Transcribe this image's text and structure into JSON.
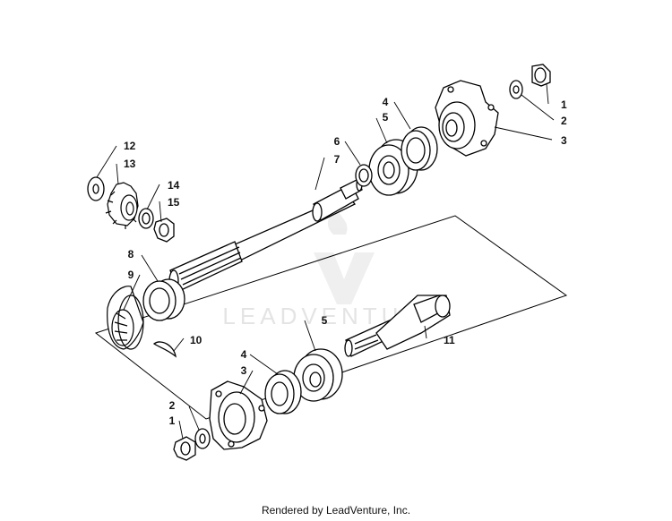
{
  "diagram": {
    "callouts": [
      "1",
      "2",
      "3",
      "4",
      "5",
      "6",
      "7",
      "8",
      "9",
      "10",
      "11",
      "12",
      "13",
      "14",
      "15"
    ],
    "lower_callouts": [
      "1",
      "2",
      "3",
      "4",
      "5"
    ]
  },
  "watermark": {
    "text": "LEADVENTURE"
  },
  "footer": {
    "text": "Rendered by LeadVenture, Inc."
  }
}
